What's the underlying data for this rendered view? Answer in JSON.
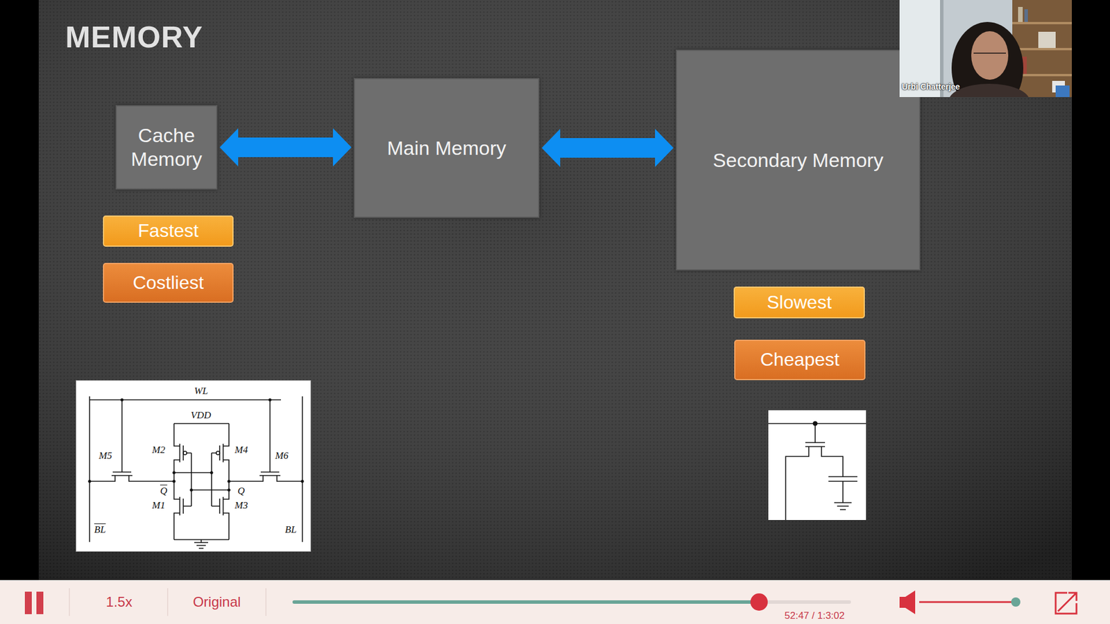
{
  "diagram": {
    "title": "MEMORY",
    "nodes": [
      {
        "text": [
          "Cache Memory"
        ]
      },
      {
        "text": [
          "Main Memory"
        ]
      },
      {
        "text": [
          "Secondary Memory"
        ]
      },
      {
        "text": [
          "Fastest"
        ]
      },
      {
        "text": [
          "Costliest"
        ]
      },
      {
        "text": [
          "Slowest"
        ]
      },
      {
        "text": [
          "Cheapest"
        ]
      }
    ],
    "edges": [
      {
        "from": 0,
        "to": 1,
        "arrow": "both"
      },
      {
        "from": 1,
        "to": 2,
        "arrow": "both"
      }
    ],
    "labels": [
      "WL",
      "VDD",
      "M5",
      "M2",
      "M4",
      "M6",
      "Q",
      "Q",
      "M1",
      "M3",
      "BL",
      "BL",
      "Urbi Chatterjee",
      "1.5x",
      "Original",
      "52:47 / 1:3:02"
    ]
  }
}
